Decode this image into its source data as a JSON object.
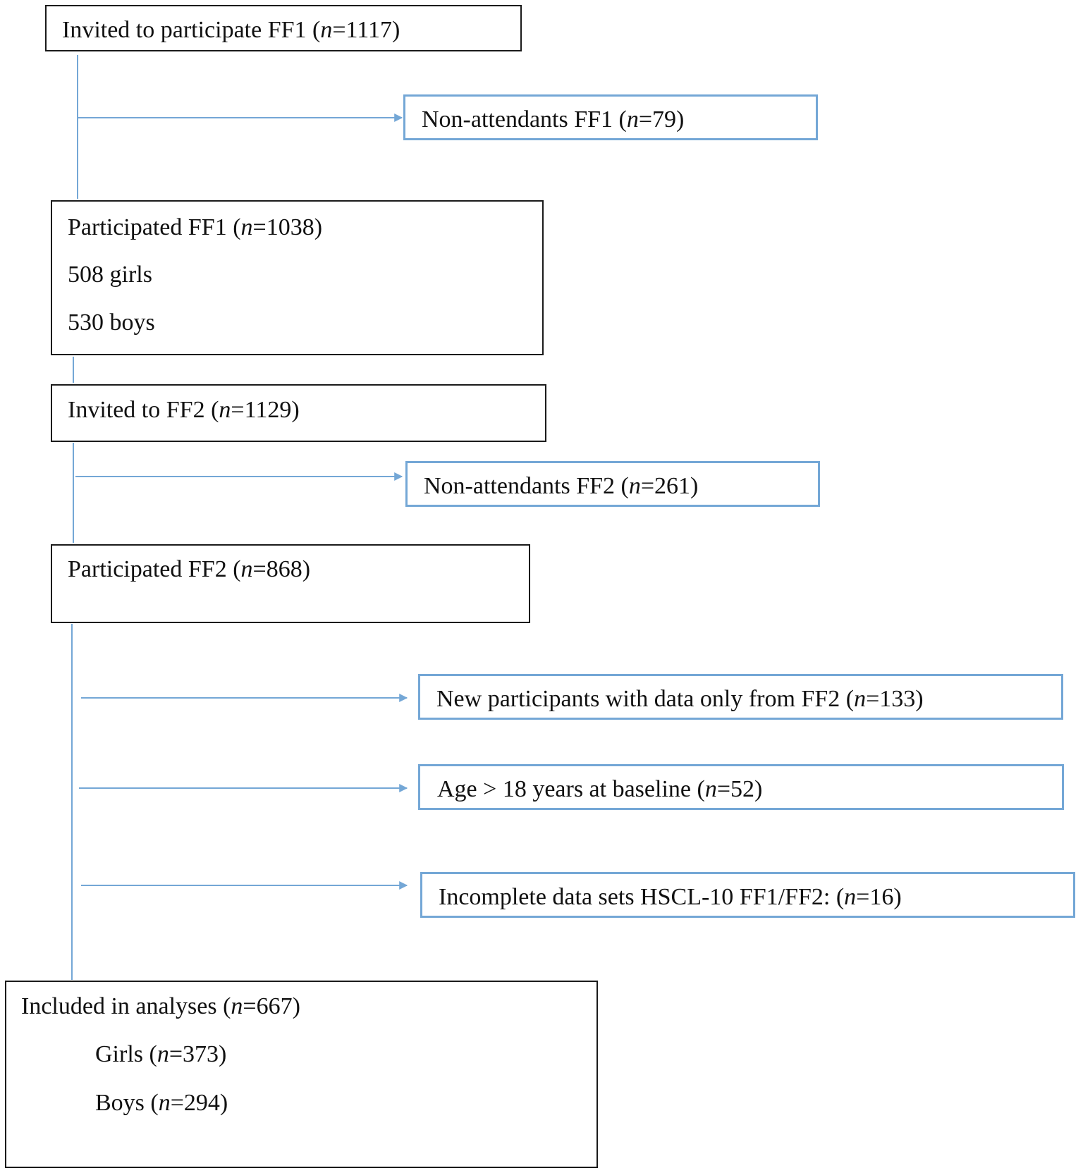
{
  "colors": {
    "main_border": "#1a1a1a",
    "side_border": "#74a7d6",
    "connector": "#74a7d6"
  },
  "nodes": {
    "invited_ff1": {
      "pre": "Invited to participate FF1 (",
      "n": "n",
      "post": "=1117)"
    },
    "nonatt_ff1": {
      "pre": "Non-attendants FF1 (",
      "n": "n",
      "post": "=79)"
    },
    "part_ff1": {
      "pre": "Participated FF1 (",
      "n": "n",
      "post": "=1038)",
      "girls": "508 girls",
      "boys": "530 boys"
    },
    "invited_ff2": {
      "pre": "Invited to FF2 (",
      "n": "n",
      "post": "=1129)"
    },
    "nonatt_ff2": {
      "pre": "Non-attendants FF2 (",
      "n": "n",
      "post": "=261)"
    },
    "part_ff2": {
      "pre": "Participated FF2 (",
      "n": "n",
      "post": "=868)"
    },
    "new_ff2": {
      "pre": "New participants with data only from FF2 (",
      "n": "n",
      "post": "=133)"
    },
    "age18": {
      "pre": "Age > 18 years at baseline (",
      "n": "n",
      "post": "=52)"
    },
    "incomplete": {
      "pre": "Incomplete data sets HSCL-10 FF1/FF2: (",
      "n": "n",
      "post": "=16)"
    },
    "included": {
      "pre": "Included in analyses (",
      "n": "n",
      "post": "=667)",
      "girls_pre": "Girls (",
      "girls_n": "n",
      "girls_post": "=373)",
      "boys_pre": "Boys (",
      "boys_n": "n",
      "boys_post": "=294)"
    }
  }
}
